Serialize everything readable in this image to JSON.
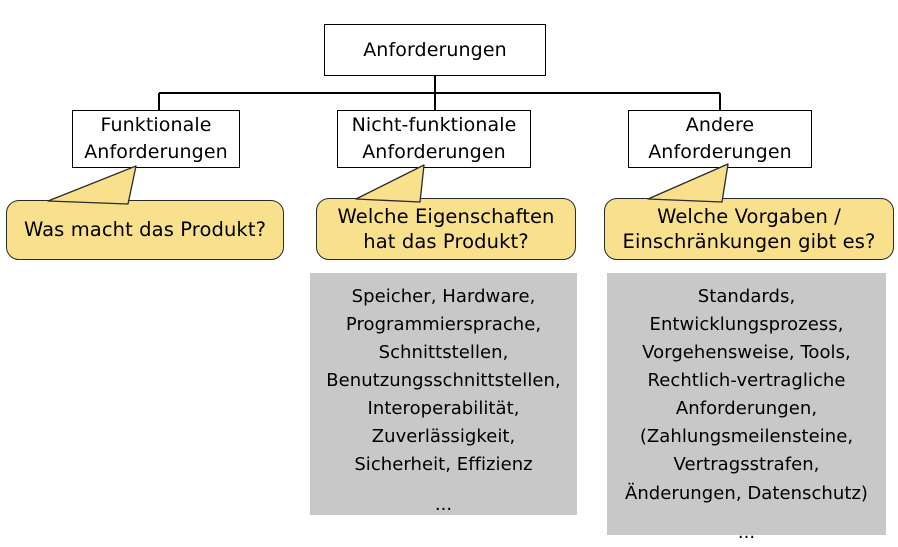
{
  "diagram": {
    "title": "Anforderungen",
    "root": {
      "label": "Anforderungen",
      "lines": [
        "Anforderungen"
      ]
    },
    "branches": [
      {
        "id": "funktional",
        "lines": [
          "Funktionale",
          "Anforderungen"
        ],
        "callout": {
          "lines": [
            "Was macht das Produkt?"
          ]
        },
        "panel": null
      },
      {
        "id": "nicht-funktional",
        "lines": [
          "Nicht-funktionale",
          "Anforderungen"
        ],
        "callout": {
          "lines": [
            "Welche Eigenschaften",
            "hat das Produkt?"
          ]
        },
        "panel": {
          "lines": [
            "Speicher, Hardware,",
            "Programmiersprache,",
            "Schnittstellen,",
            "Benutzungsschnittstellen,",
            "Interoperabilität,",
            "Zuverlässigkeit,",
            "Sicherheit, Effizienz"
          ],
          "ellipsis": "..."
        }
      },
      {
        "id": "andere",
        "lines": [
          "Andere",
          "Anforderungen"
        ],
        "callout": {
          "lines": [
            "Welche Vorgaben /",
            "Einschränkungen gibt es?"
          ]
        },
        "panel": {
          "lines": [
            "Standards,",
            "Entwicklungsprozess,",
            "Vorgehensweise, Tools,",
            "Rechtlich-vertragliche",
            "Anforderungen,",
            "(Zahlungsmeilensteine,",
            "Vertragsstrafen,",
            "Änderungen, Datenschutz)"
          ],
          "ellipsis": "..."
        }
      }
    ],
    "colors": {
      "callout_fill": "#F9E08C",
      "panel_fill": "#C8C8C8",
      "node_fill": "#FFFFFF",
      "stroke": "#000000",
      "background": "#FFFFFF"
    }
  }
}
